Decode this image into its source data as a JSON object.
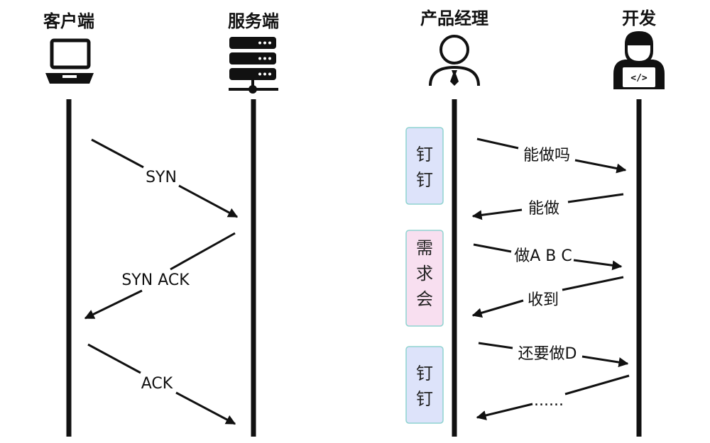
{
  "left_diagram": {
    "actors": [
      {
        "id": "client",
        "label": "客户端",
        "icon": "laptop-icon"
      },
      {
        "id": "server",
        "label": "服务端",
        "icon": "server-icon"
      }
    ],
    "messages": [
      {
        "label": "SYN",
        "from": "client",
        "to": "server"
      },
      {
        "label": "SYN ACK",
        "from": "server",
        "to": "client"
      },
      {
        "label": "ACK",
        "from": "client",
        "to": "server"
      }
    ]
  },
  "right_diagram": {
    "actors": [
      {
        "id": "pm",
        "label": "产品经理",
        "icon": "person-tie-icon"
      },
      {
        "id": "dev",
        "label": "开发",
        "icon": "developer-laptop-icon"
      }
    ],
    "boxes": [
      {
        "label": "钉钉",
        "color": "#dde3fa"
      },
      {
        "label": "需求会",
        "color": "#f8dff0"
      },
      {
        "label": "钉钉",
        "color": "#dde3fa"
      }
    ],
    "messages": [
      {
        "label": "能做吗",
        "from": "pm",
        "to": "dev"
      },
      {
        "label": "能做",
        "from": "dev",
        "to": "pm"
      },
      {
        "label": "做A B C",
        "from": "pm",
        "to": "dev"
      },
      {
        "label": "收到",
        "from": "dev",
        "to": "pm"
      },
      {
        "label": "还要做D",
        "from": "pm",
        "to": "dev"
      },
      {
        "label": "......",
        "from": "dev",
        "to": "pm"
      }
    ]
  },
  "colors": {
    "line": "#111111",
    "box_border": "#8fd3d0",
    "ding_box": "#dde3fa",
    "meeting_box": "#f8dff0"
  }
}
